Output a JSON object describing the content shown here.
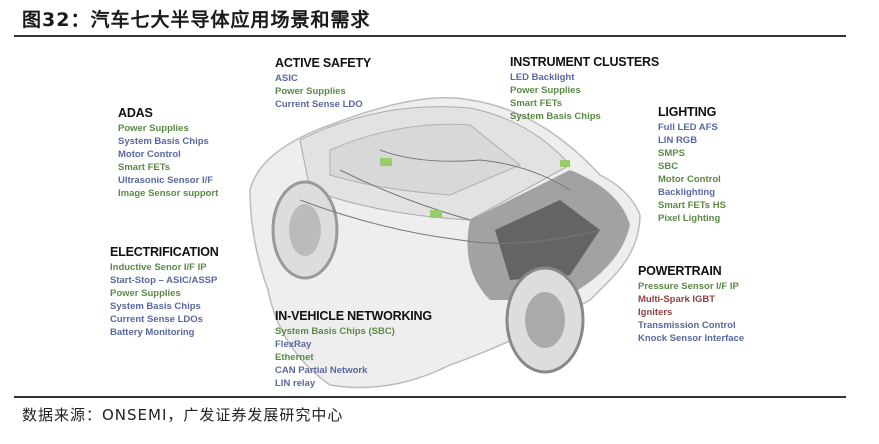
{
  "title": "图32：汽车七大半导体应用场景和需求",
  "footer": "数据来源：ONSEMI，广发证券发展研究中心",
  "colors": {
    "green": "#5b8a45",
    "blue": "#5a68a0",
    "red": "#8f4444"
  },
  "groups": {
    "adas": {
      "title": "ADAS",
      "items": [
        {
          "t": "Power Supplies",
          "c": "g"
        },
        {
          "t": "System Basis Chips",
          "c": "b"
        },
        {
          "t": "Motor Control",
          "c": "b"
        },
        {
          "t": "Smart FETs",
          "c": "g"
        },
        {
          "t": "Ultrasonic Sensor I/F",
          "c": "b"
        },
        {
          "t": "Image Sensor support",
          "c": "g"
        }
      ]
    },
    "active_safety": {
      "title": "ACTIVE SAFETY",
      "items": [
        {
          "t": "ASIC",
          "c": "b"
        },
        {
          "t": "Power Supplies",
          "c": "g"
        },
        {
          "t": "Current Sense LDO",
          "c": "b"
        }
      ]
    },
    "instrument_clusters": {
      "title": "INSTRUMENT CLUSTERS",
      "items": [
        {
          "t": "LED Backlight",
          "c": "b"
        },
        {
          "t": "Power Supplies",
          "c": "g"
        },
        {
          "t": "Smart FETs",
          "c": "g"
        },
        {
          "t": "System Basis Chips",
          "c": "g"
        }
      ]
    },
    "lighting": {
      "title": "LIGHTING",
      "items": [
        {
          "t": "Full LED AFS",
          "c": "b"
        },
        {
          "t": "LIN RGB",
          "c": "b"
        },
        {
          "t": "SMPS",
          "c": "g"
        },
        {
          "t": "SBC",
          "c": "g"
        },
        {
          "t": "Motor  Control",
          "c": "g"
        },
        {
          "t": "Backlighting",
          "c": "b"
        },
        {
          "t": "Smart FETs HS",
          "c": "g"
        },
        {
          "t": "Pixel Lighting",
          "c": "g"
        }
      ]
    },
    "electrification": {
      "title": "ELECTRIFICATION",
      "items": [
        {
          "t": "Inductive Senor I/F IP",
          "c": "g"
        },
        {
          "t": "Start-Stop – ASIC/ASSP",
          "c": "b"
        },
        {
          "t": "Power Supplies",
          "c": "g"
        },
        {
          "t": "System Basis Chips",
          "c": "b"
        },
        {
          "t": "Current Sense LDOs",
          "c": "b"
        },
        {
          "t": "Battery Monitoring",
          "c": "b"
        }
      ]
    },
    "in_vehicle_networking": {
      "title": "IN-VEHICLE NETWORKING",
      "items": [
        {
          "t": "System Basis Chips (SBC)",
          "c": "g"
        },
        {
          "t": "FlexRay",
          "c": "b"
        },
        {
          "t": "Ethernet",
          "c": "g"
        },
        {
          "t": "CAN Partial Network",
          "c": "b"
        },
        {
          "t": "LIN relay",
          "c": "b"
        }
      ]
    },
    "powertrain": {
      "title": "POWERTRAIN",
      "items": [
        {
          "t": "Pressure Sensor I/F IP",
          "c": "g"
        },
        {
          "t": "Multi-Spark IGBT",
          "c": "r"
        },
        {
          "t": "Igniters",
          "c": "r"
        },
        {
          "t": "Transmission Control",
          "c": "b"
        },
        {
          "t": "Knock Sensor Interface",
          "c": "b"
        }
      ]
    }
  }
}
